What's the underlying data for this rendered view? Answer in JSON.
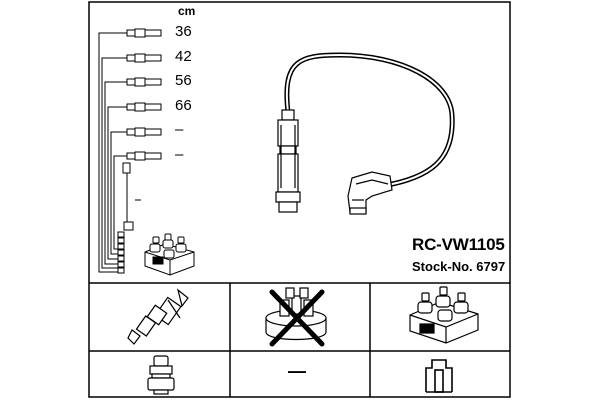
{
  "header": {
    "unit_label": "cm"
  },
  "lead_lengths": [
    {
      "value": "36"
    },
    {
      "value": "42"
    },
    {
      "value": "56"
    },
    {
      "value": "66"
    },
    {
      "value": "–"
    },
    {
      "value": "–"
    }
  ],
  "product": {
    "model": "RC-VW1105",
    "stock_number": "Stock-No. 6797"
  },
  "applicability": {
    "distributor_cap_symbol": "—"
  },
  "icons": {
    "spark_plug": "spark-plug-icon",
    "distributor_cap": "distributor-cap-not-applicable-icon",
    "ignition_coil": "ignition-coil-icon",
    "plug_connector": "plug-connector-icon",
    "coil_terminal": "coil-terminal-icon"
  },
  "colors": {
    "line": "#000000",
    "background": "#ffffff"
  }
}
